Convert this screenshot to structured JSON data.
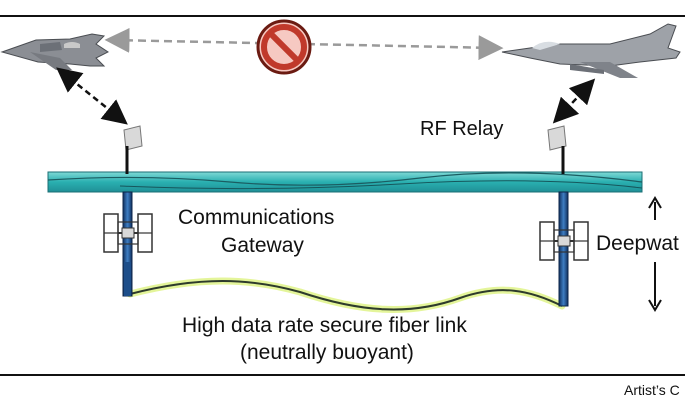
{
  "diagram": {
    "labels": {
      "rf_relay": "RF Relay",
      "gateway_line1": "Communications",
      "gateway_line2": "Gateway",
      "depth": "Deepwat",
      "fiber_line1": "High data rate secure fiber link",
      "fiber_line2": "(neutrally buoyant)",
      "credit": "Artist’s C"
    },
    "icons": {
      "left_aircraft": "stealth-fighter-jet-icon",
      "right_aircraft": "fighter-jet-icon",
      "prohibited": "no-direct-link-icon",
      "antenna": "rf-relay-antenna-icon",
      "gateway_buoy": "communications-gateway-buoy-icon"
    },
    "colors": {
      "sea_surface": "#2ab0b0",
      "fiber_glow": "#e4f59a",
      "buoy_blue": "#1d4e8a",
      "prohibited_red": "#c0392b",
      "prohibited_fill": "#f6c9c2"
    }
  }
}
